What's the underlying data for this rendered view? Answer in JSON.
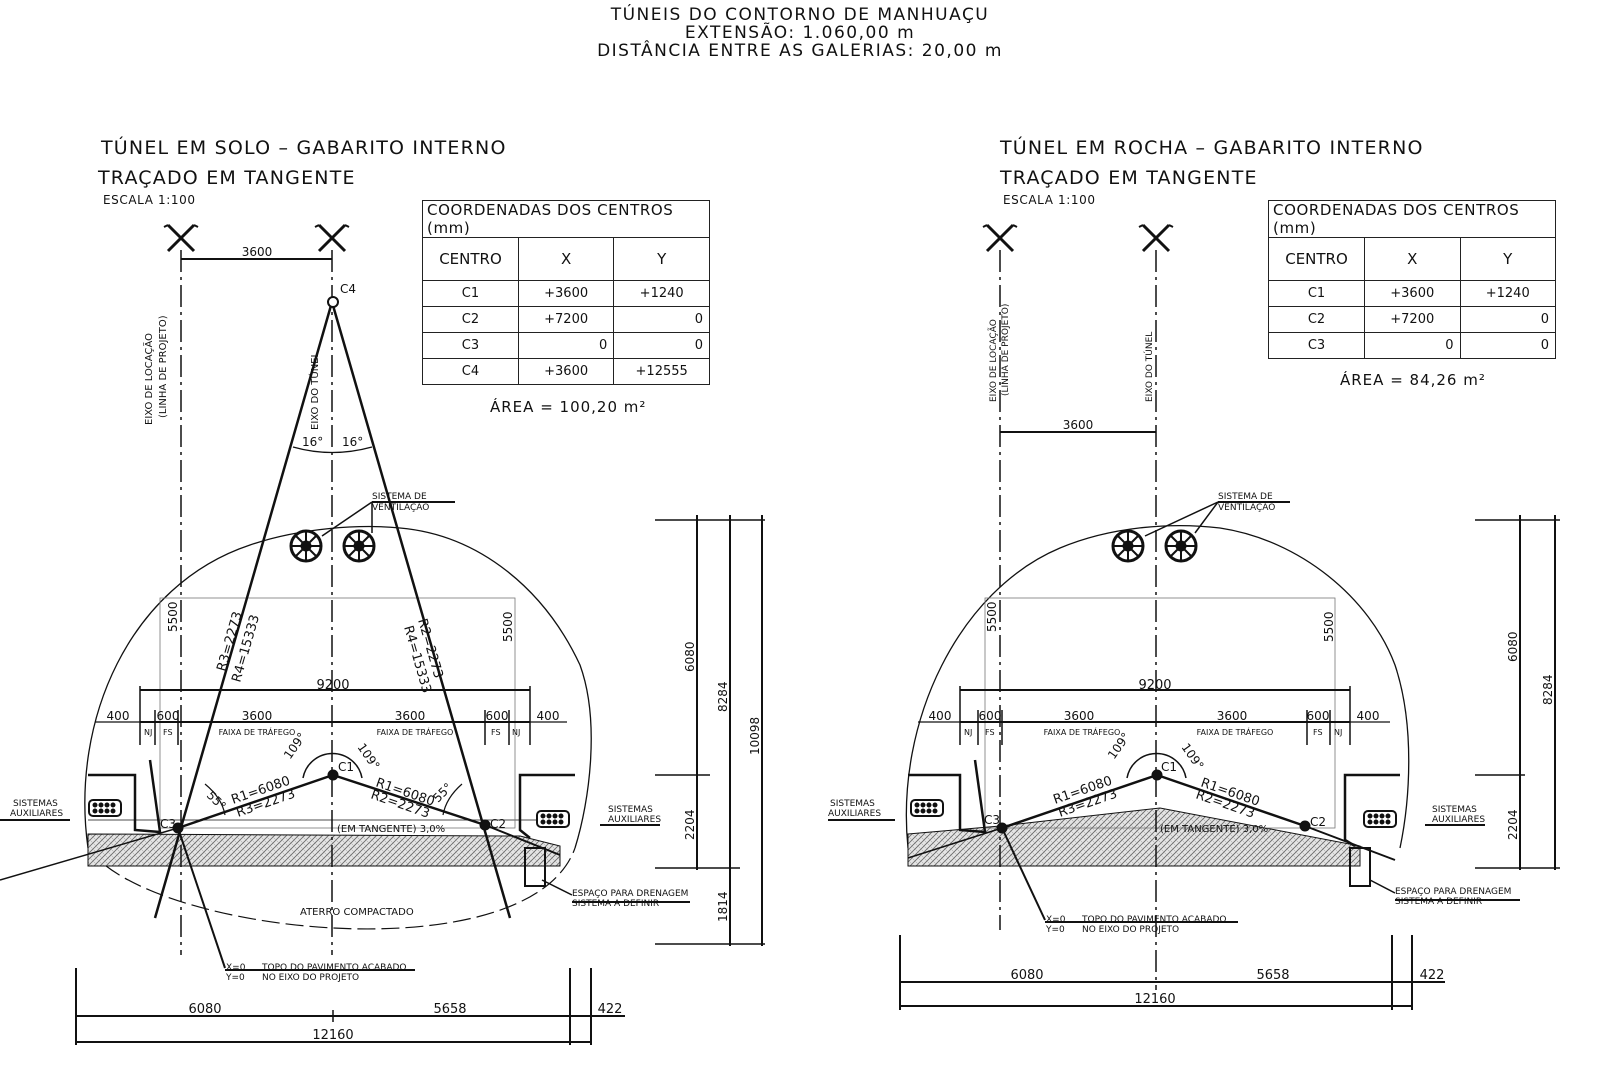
{
  "header": {
    "line1": "TÚNEIS DO CONTORNO DE MANHUAÇU",
    "line2": "EXTENSÃO: 1.060,00 m",
    "line3": "DISTÂNCIA ENTRE AS GALERIAS: 20,00 m"
  },
  "left": {
    "title1": "TÚNEL EM SOLO – GABARITO INTERNO",
    "title2": "TRAÇADO EM TANGENTE",
    "scale": "ESCALA 1:100",
    "table": {
      "caption": "COORDENADAS DOS CENTROS (mm)",
      "headers": [
        "CENTRO",
        "X",
        "Y"
      ],
      "rows": [
        [
          "C1",
          "+3600",
          "+1240"
        ],
        [
          "C2",
          "+7200",
          "0"
        ],
        [
          "C3",
          "0",
          "0"
        ],
        [
          "C4",
          "+3600",
          "+12555"
        ]
      ]
    },
    "area": "ÁREA = 100,20 m²",
    "labels": {
      "eixo_locacao_1": "EIXO DE LOCAÇÃO",
      "eixo_locacao_2": "(LINHA DE PROJETO)",
      "eixo_tunel": "EIXO DO TÚNEL",
      "sist_vent_1": "SISTEMA DE",
      "sist_vent_2": "VENTILAÇÃO",
      "sist_aux_1": "SISTEMAS",
      "sist_aux_2": "AUXILIARES",
      "faixa": "FAIXA DE TRÁFEGO",
      "fs": "FS",
      "nj": "NJ",
      "em_tangente": "(EM TANGENTE) 3,0%",
      "aterro": "ATERRO COMPACTADO",
      "drenagem_1": "ESPAÇO PARA DRENAGEM",
      "drenagem_2": "SISTEMA A DEFINIR",
      "x0": "X=0",
      "y0": "Y=0",
      "topo": "TOPO DO PAVIMENTO ACABADO",
      "no_eixo": "NO EIXO DO PROJETO",
      "c1": "C1",
      "c2": "C2",
      "c3": "C3",
      "c4": "C4",
      "r3r4_left_1": "R3=2273",
      "r3r4_left_2": "R4=15333",
      "r2r4_right_1": "R2=2273",
      "r2r4_right_2": "R4=15333",
      "r1r3_1": "R1=6080",
      "r1r3_2": "R3=2273",
      "r1r2_1": "R1=6080",
      "r1r2_2": "R2=2273",
      "ang16a": "16°",
      "ang16b": "16°",
      "ang109a": "109°",
      "ang109b": "109°",
      "ang55a": "55°",
      "ang55b": "55°"
    },
    "dims": {
      "d3600_top": "3600",
      "d5500_l": "5500",
      "d5500_r": "5500",
      "d9200": "9200",
      "d400_l": "400",
      "d600_l": "600",
      "d3600_a": "3600",
      "d3600_b": "3600",
      "d600_r": "600",
      "d400_r": "400",
      "d6080_v": "6080",
      "d8284_v": "8284",
      "d10098_v": "10098",
      "d2204_v": "2204",
      "d1814_v": "1814",
      "d6080_b": "6080",
      "d5658_b": "5658",
      "d422_b": "422",
      "d12160_b": "12160"
    }
  },
  "right": {
    "title1": "TÚNEL EM ROCHA – GABARITO INTERNO",
    "title2": "TRAÇADO EM TANGENTE",
    "scale": "ESCALA 1:100",
    "table": {
      "caption": "COORDENADAS DOS CENTROS (mm)",
      "headers": [
        "CENTRO",
        "X",
        "Y"
      ],
      "rows": [
        [
          "C1",
          "+3600",
          "+1240"
        ],
        [
          "C2",
          "+7200",
          "0"
        ],
        [
          "C3",
          "0",
          "0"
        ]
      ]
    },
    "area": "ÁREA = 84,26 m²",
    "labels": {
      "eixo_locacao_1": "EIXO DE LOCAÇÃO",
      "eixo_locacao_2": "(LINHA DE PROJETO)",
      "eixo_tunel": "EIXO DO TÚNEL",
      "sist_vent_1": "SISTEMA DE",
      "sist_vent_2": "VENTILAÇÃO",
      "sist_aux_1": "SISTEMAS",
      "sist_aux_2": "AUXILIARES",
      "faixa": "FAIXA DE TRÁFEGO",
      "fs": "FS",
      "nj": "NJ",
      "em_tangente": "(EM TANGENTE) 3,0%",
      "drenagem_1": "ESPAÇO PARA DRENAGEM",
      "drenagem_2": "SISTEMA A DEFINIR",
      "x0": "X=0",
      "y0": "Y=0",
      "topo": "TOPO DO PAVIMENTO ACABADO",
      "no_eixo": "NO EIXO DO PROJETO",
      "c1": "C1",
      "c2": "C2",
      "c3": "C3",
      "r1r3_1": "R1=6080",
      "r1r3_2": "R3=2273",
      "r1r2_1": "R1=6080",
      "r1r2_2": "R2=2273",
      "ang109a": "109°",
      "ang109b": "109°"
    },
    "dims": {
      "d3600_top": "3600",
      "d5500_l": "5500",
      "d5500_r": "5500",
      "d9200": "9200",
      "d400_l": "400",
      "d600_l": "600",
      "d3600_a": "3600",
      "d3600_b": "3600",
      "d600_r": "600",
      "d400_r": "400",
      "d6080_v": "6080",
      "d8284_v": "8284",
      "d2204_v": "2204",
      "d6080_b": "6080",
      "d5658_b": "5658",
      "d422_b": "422",
      "d12160_b": "12160"
    }
  }
}
